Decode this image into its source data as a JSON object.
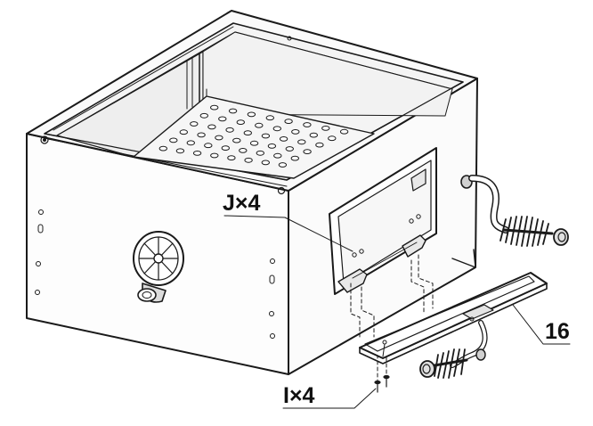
{
  "callouts": {
    "j": "J×4",
    "i": "I×4",
    "part": "16"
  },
  "colors": {
    "stroke": "#1a1a1a",
    "face_fill": "#fdfdfd",
    "shade": "#d8d8d8",
    "background": "#ffffff"
  }
}
